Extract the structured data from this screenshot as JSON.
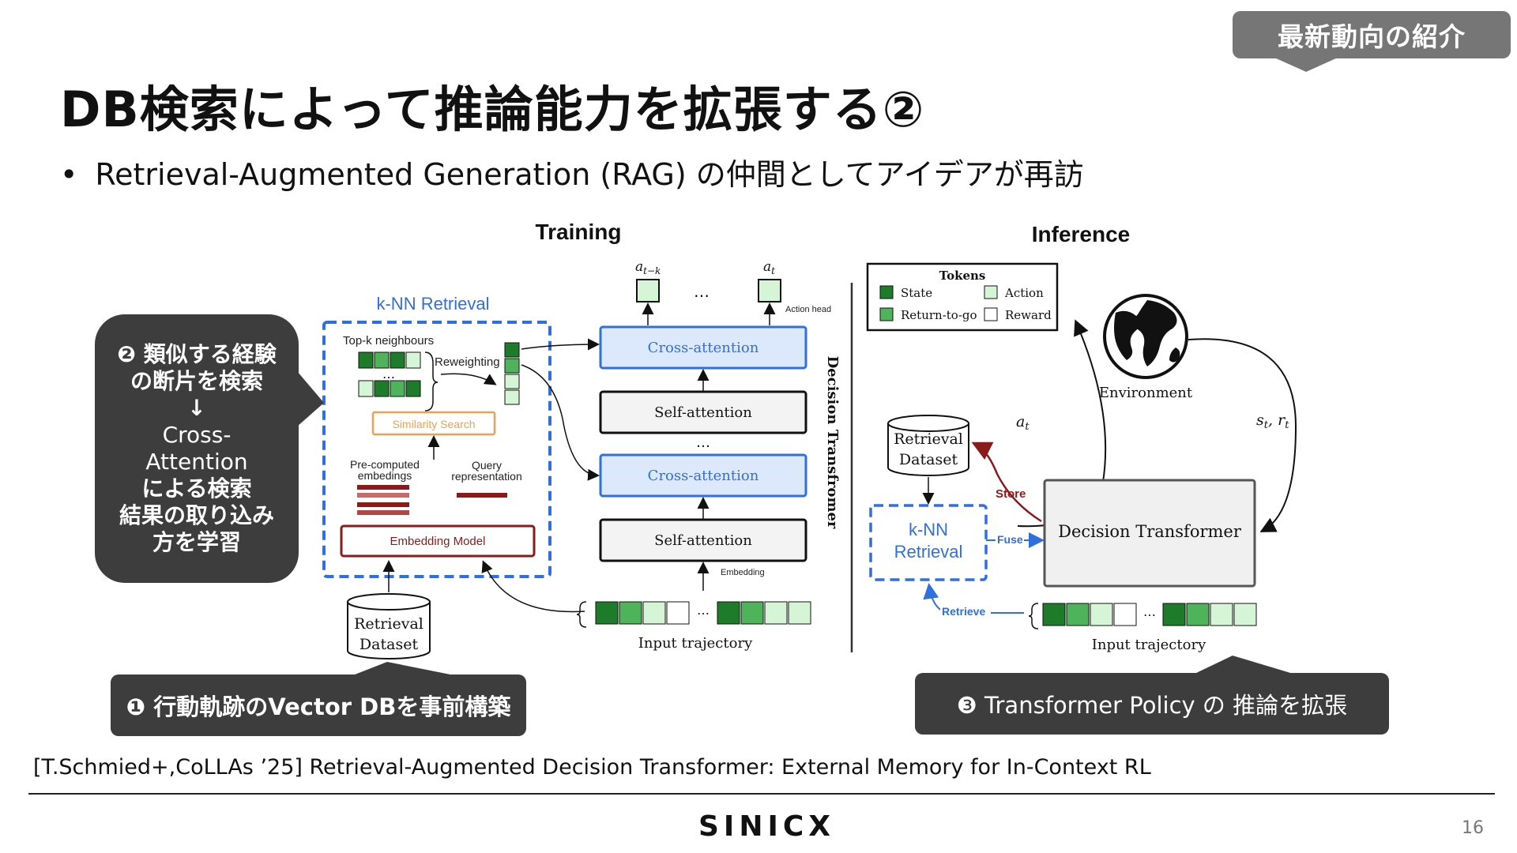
{
  "tag": {
    "label": "最新動向の紹介"
  },
  "slide": {
    "title": "DB検索によって推論能力を拡張する②",
    "bullet": "Retrieval-Augmented Generation (RAG) の仲間としてアイデアが再訪"
  },
  "figure": {
    "training": {
      "heading": "Training",
      "knn_title": "k-NN Retrieval",
      "topk": "Top-k neighbours",
      "reweighting": "Reweighting",
      "similarity_search": "Similarity Search",
      "precomputed": "Pre-computed",
      "embedings": "embedings",
      "query": "Query",
      "representation": "representation",
      "embedding_model": "Embedding Model",
      "retrieval": "Retrieval",
      "dataset": "Dataset",
      "cross_attention": "Cross-attention",
      "self_attention": "Self-attention",
      "action_head": "Action head",
      "embedding": "Embedding",
      "input_trajectory": "Input trajectory",
      "decision_transformer_vertical": "Decision Transfromer",
      "a_tk_main": "a",
      "a_tk_sub": "t−k",
      "a_t_main": "a",
      "a_t_sub": "t",
      "dots": "…",
      "vdots": "···"
    },
    "inference": {
      "heading": "Inference",
      "tokens": "Tokens",
      "state": "State",
      "action": "Action",
      "return_to_go": "Return-to-go",
      "reward": "Reward",
      "environment": "Environment",
      "retrieval": "Retrieval",
      "dataset": "Dataset",
      "store": "Store",
      "knn_line1": "k-NN",
      "knn_line2": "Retrieval",
      "fuse": "Fuse",
      "retrieve": "Retrieve",
      "decision_transformer": "Decision Transformer",
      "input_trajectory": "Input trajectory",
      "a_t_main": "a",
      "a_t_sub": "t",
      "s_r": "s",
      "s_sub": "t",
      "r_main": "r",
      "r_sub": "t"
    },
    "colors": {
      "dark_green": "#1e7b2a",
      "mid_green": "#4eb35a",
      "light_green": "#d6f5d6",
      "blue": "#2f6fe0",
      "dark_red": "#8b1a1a",
      "orange": "#f0a050"
    }
  },
  "callouts": {
    "c2_lines": [
      "❷ 類似する経験",
      "の断片を検索",
      "↓",
      "Cross-",
      "Attention",
      "による検索",
      "結果の取り込み",
      "方を学習"
    ],
    "c1": "❶ 行動軌跡のVector DBを事前構築",
    "c3": "❸ Transformer Policy の  推論を拡張"
  },
  "reference": "[T.Schmied+,CoLLAs ’25] Retrieval-Augmented Decision Transformer: External Memory for In-Context RL",
  "footer": {
    "logo": "SINICX",
    "page": "16"
  }
}
